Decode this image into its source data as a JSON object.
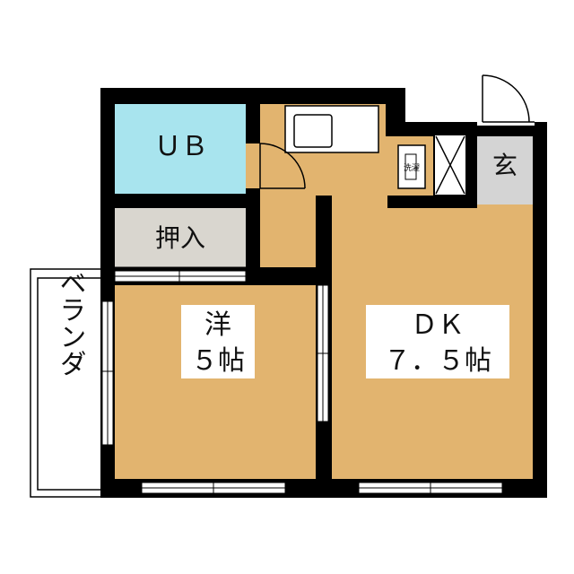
{
  "rooms": {
    "ub": {
      "label": "ＵＢ",
      "color": "#a8e4ee"
    },
    "oshiire": {
      "label": "押入",
      "color": "#d9d6cf"
    },
    "genkan": {
      "label": "玄",
      "color": "#d4d4d4"
    },
    "sentaku": {
      "label": "洗濯"
    },
    "western": {
      "line1": "洋",
      "line2": "５帖",
      "color": "#e2b46f"
    },
    "dk": {
      "line1": "ＤＫ",
      "line2": "７．５帖",
      "color": "#e2b46f"
    },
    "veranda": {
      "label": "ベランダ"
    }
  },
  "colors": {
    "wall": "#000000",
    "floor": "#e2b46f",
    "label_bg": "#ffffff",
    "background": "#ffffff"
  }
}
